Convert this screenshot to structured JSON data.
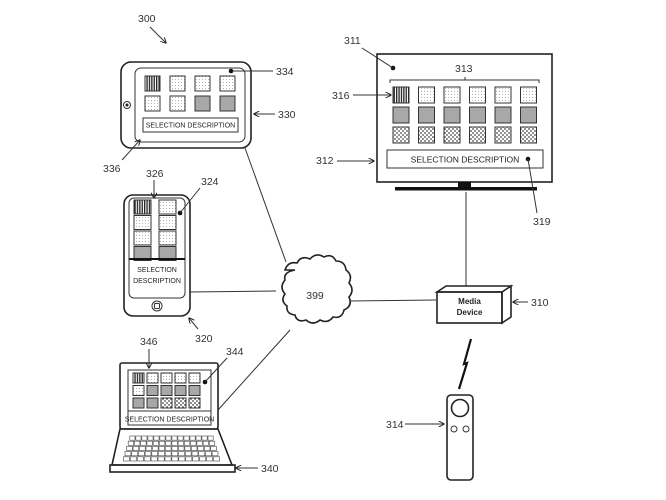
{
  "figure": {
    "system_ref": "300",
    "tv": {
      "display_ref": "311",
      "tile_group_ref": "313",
      "selected_tile_ref": "316",
      "frame_ref": "312",
      "description_ref": "319",
      "description": "SELECTION DESCRIPTION",
      "rows": [
        [
          "striped",
          "dotted",
          "dotted",
          "dotted",
          "dotted",
          "dotted"
        ],
        [
          "gray",
          "gray",
          "gray",
          "gray",
          "gray",
          "gray"
        ],
        [
          "checker",
          "checker",
          "checker",
          "checker",
          "checker",
          "checker"
        ]
      ]
    },
    "tablet": {
      "device_ref": "330",
      "screen_ref": "334",
      "edge_ref": "336",
      "description": "SELECTION DESCRIPTION",
      "rows": [
        [
          "striped",
          "dotted",
          "dotted",
          "dotted"
        ],
        [
          "dotted",
          "dotted",
          "gray",
          "gray"
        ]
      ]
    },
    "phone": {
      "device_ref": "320",
      "screen_ref": "324",
      "selected_ref": "326",
      "description_line1": "SELECTION",
      "description_line2": "DESCRIPTION",
      "rows": [
        [
          "striped",
          "dotted"
        ],
        [
          "dotted",
          "dotted"
        ],
        [
          "dotted",
          "dotted"
        ],
        [
          "gray",
          "gray"
        ]
      ]
    },
    "laptop": {
      "device_ref": "340",
      "screen_ref": "344",
      "selected_ref": "346",
      "description": "SELECTION DESCRIPTION",
      "rows": [
        [
          "striped",
          "dotted",
          "dotted",
          "dotted",
          "dotted"
        ],
        [
          "dotted",
          "gray",
          "gray",
          "gray",
          "gray"
        ],
        [
          "gray",
          "gray",
          "checker",
          "checker",
          "checker"
        ]
      ]
    },
    "network": {
      "ref": "399"
    },
    "media_device": {
      "ref": "310",
      "label_line1": "Media",
      "label_line2": "Device"
    },
    "remote": {
      "ref": "314"
    },
    "colors": {
      "line": "#222222",
      "gray_tile": "#a8a8a8",
      "label": "#333333"
    }
  }
}
